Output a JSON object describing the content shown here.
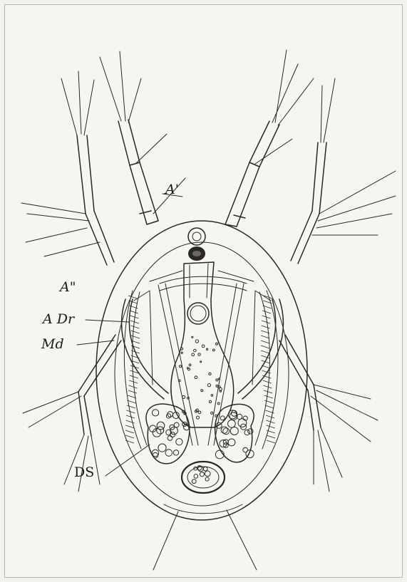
{
  "labels": {
    "first_antenna": "A'",
    "second_antenna": "A\"",
    "antennal_gland": "A Dr",
    "mandible": "Md",
    "dorsal_shield": "DS"
  }
}
